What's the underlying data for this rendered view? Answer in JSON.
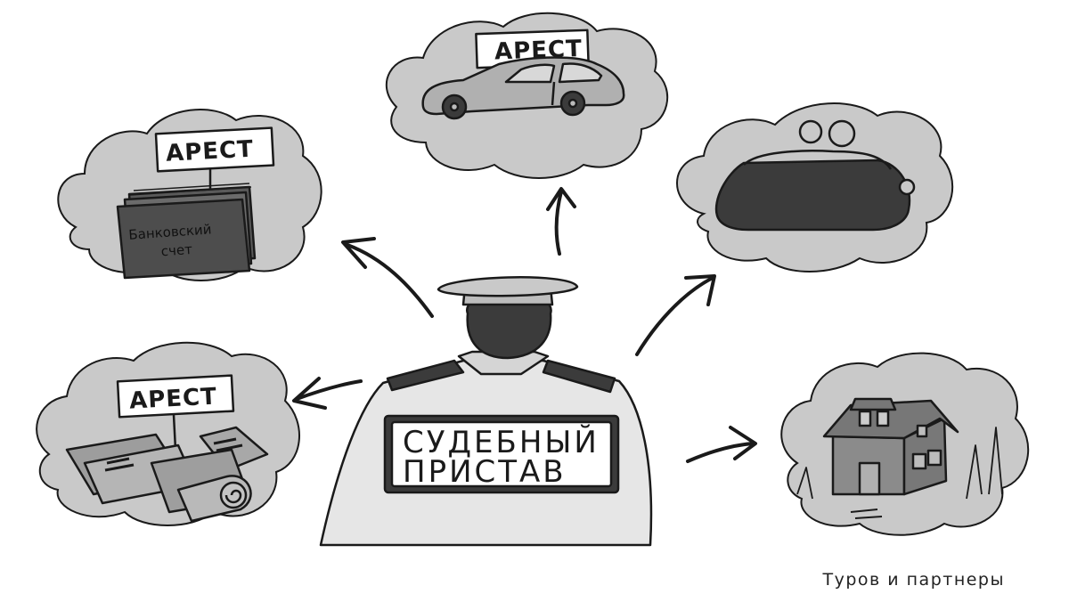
{
  "diagram": {
    "center": {
      "badge_line1": "СУДЕБНЫЙ",
      "badge_line2": "ПРИСТАВ"
    },
    "targets": [
      {
        "id": "car",
        "sign": "АРЕСТ",
        "icon": "car-icon"
      },
      {
        "id": "bank",
        "sign": "АРЕСТ",
        "label_line1": "Банковский",
        "label_line2": "счет",
        "icon": "bank-card-icon"
      },
      {
        "id": "papers",
        "sign": "АРЕСТ",
        "icon": "documents-icon"
      },
      {
        "id": "wallet",
        "icon": "wallet-icon"
      },
      {
        "id": "house",
        "icon": "house-icon"
      }
    ]
  },
  "credit": "Туров и партнеры",
  "colors": {
    "cloud": "#c7c7c7",
    "cloud_shade": "#a9a9a9",
    "dark": "#3b3b3b",
    "ink": "#1a1a1a"
  }
}
